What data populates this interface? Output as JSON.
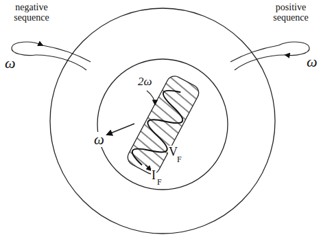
{
  "diagram": {
    "labels": [
      "negative sequence",
      "positive sequence",
      "ω",
      "ω",
      "2ω",
      "ω",
      "V",
      "F",
      "I",
      "F"
    ]
  }
}
